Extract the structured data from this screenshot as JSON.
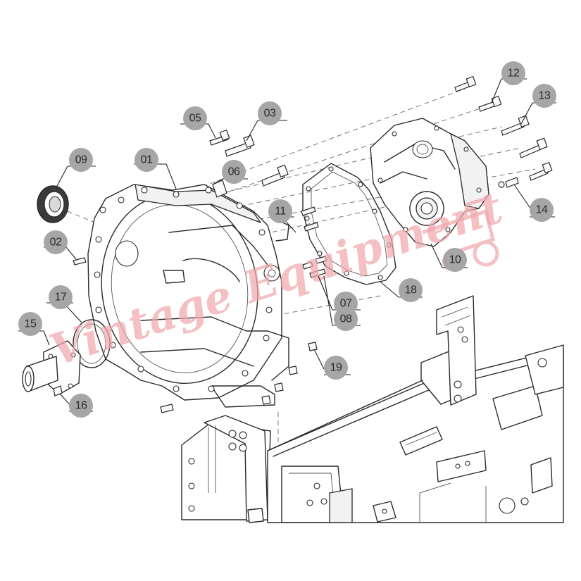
{
  "callouts": [
    {
      "id": "c01",
      "label": "01"
    },
    {
      "id": "c02",
      "label": "02"
    },
    {
      "id": "c03",
      "label": "03"
    },
    {
      "id": "c05",
      "label": "05"
    },
    {
      "id": "c06",
      "label": "06"
    },
    {
      "id": "c07",
      "label": "07"
    },
    {
      "id": "c08",
      "label": "08"
    },
    {
      "id": "c09",
      "label": "09"
    },
    {
      "id": "c10",
      "label": "10"
    },
    {
      "id": "c11",
      "label": "11"
    },
    {
      "id": "c12",
      "label": "12"
    },
    {
      "id": "c13",
      "label": "13"
    },
    {
      "id": "c14",
      "label": "14"
    },
    {
      "id": "c15",
      "label": "15"
    },
    {
      "id": "c16",
      "label": "16"
    },
    {
      "id": "c17",
      "label": "17"
    },
    {
      "id": "c18",
      "label": "18"
    },
    {
      "id": "c19",
      "label": "19"
    }
  ],
  "watermark": {
    "text": "Vintage Equipment"
  },
  "colors": {
    "line": "#2a2a2a",
    "badge": "#a6a6a6",
    "watermark": "#f0a8ad"
  }
}
